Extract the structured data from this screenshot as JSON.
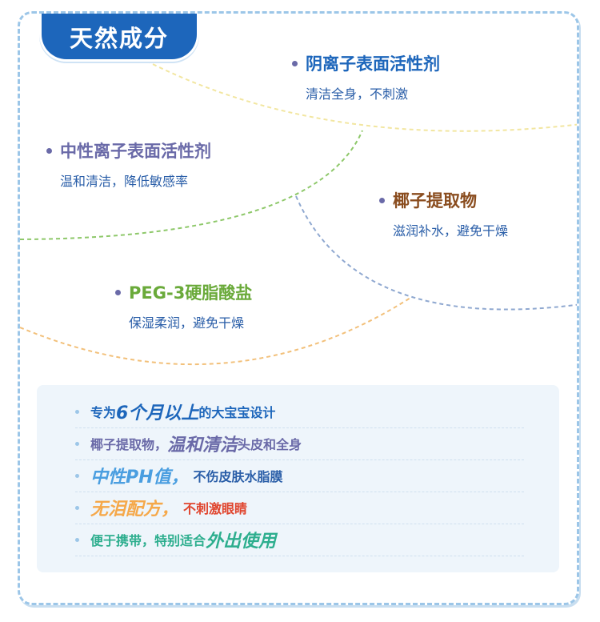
{
  "section_title": "天然成分",
  "colors": {
    "tab_bg": "#1d66bb",
    "blue_title": "#1d66bb",
    "purple": "#6a6aa8",
    "brown": "#8a4d1f",
    "green": "#6aaa3a",
    "desc_blue": "#2a5ea8",
    "arc_yellow": "#f2e6a0",
    "arc_green": "#8ec86a",
    "arc_blue": "#8fa8d0",
    "arc_orange": "#f2c07a",
    "row_blue": "#1d66bb",
    "row_purple": "#6a6aa8",
    "row_lightblue": "#4a9ee0",
    "row_orange": "#f5a84a",
    "row_teal": "#2dae8e"
  },
  "ingredients": [
    {
      "title": "阴离子表面活性剂",
      "desc": "清洁全身，不刺激"
    },
    {
      "title": "中性离子表面活性剂",
      "desc": "温和清洁，降低敏感率"
    },
    {
      "title": "椰子提取物",
      "desc": "滋润补水，避免干燥"
    },
    {
      "title": "PEG-3硬脂酸盐",
      "desc": "保湿柔润，避免干燥"
    }
  ],
  "features": [
    {
      "pre": "专为",
      "em": "6个月以上",
      "post": "的大宝宝设计"
    },
    {
      "pre": "椰子提取物，",
      "em": "温和清洁",
      "post": "头皮和全身"
    },
    {
      "pre": "",
      "em": "中性PH值，",
      "post": "不伤皮肤水脂膜"
    },
    {
      "pre": "",
      "em": "无泪配方，",
      "post": "不刺激眼睛"
    },
    {
      "pre": "便于携带，特别适合",
      "em": "外出使用",
      "post": ""
    }
  ]
}
